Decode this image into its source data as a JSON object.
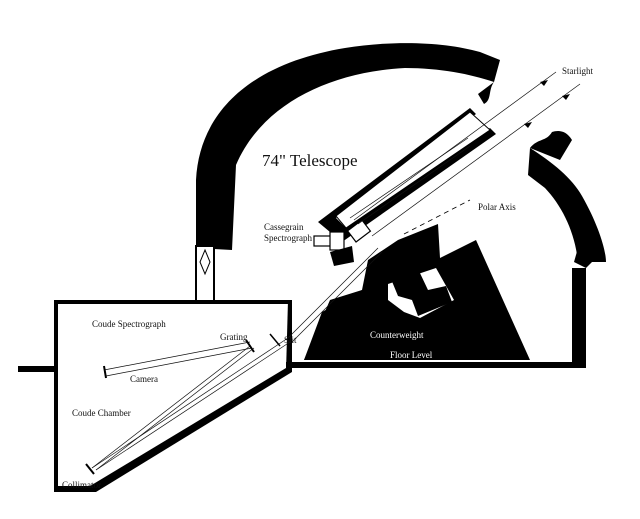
{
  "diagram": {
    "title": "74\" Telescope",
    "labels": {
      "starlight": "Starlight",
      "polar_axis": "Polar Axis",
      "cassegrain_line1": "Cassegrain",
      "cassegrain_line2": "Spectrograph",
      "coude_spectrograph": "Coude Spectrograph",
      "grating": "Grating",
      "slit": "Slit",
      "camera": "Camera",
      "counterweight": "Counterweight",
      "floor_level": "Floor Level",
      "coude_chamber": "Coude Chamber",
      "collimator": "Collimator"
    }
  }
}
